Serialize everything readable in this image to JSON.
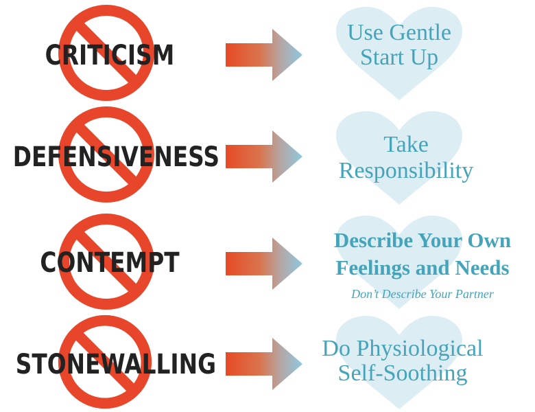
{
  "colors": {
    "sign_red": "#e8462a",
    "heart": "#dcedf4",
    "text_blue": "#45a4ba",
    "arrow_left": "#e64a25",
    "arrow_right": "#8ec9e1",
    "word": "#222222"
  },
  "rows": [
    {
      "negative": "CRITICISM",
      "positive_lines": [
        "Use Gentle",
        "Start Up"
      ],
      "positive_sub": ""
    },
    {
      "negative": "DEFENSIVENESS",
      "positive_lines": [
        "Take",
        "Responsibility"
      ],
      "positive_sub": ""
    },
    {
      "negative": "CONTEMPT",
      "positive_lines": [
        "Describe Your Own",
        "Feelings and Needs"
      ],
      "positive_sub": "Don’t Describe Your Partner"
    },
    {
      "negative": "STONEWALLING",
      "positive_lines": [
        "Do Physiological",
        "Self-Soothing"
      ],
      "positive_sub": ""
    }
  ]
}
